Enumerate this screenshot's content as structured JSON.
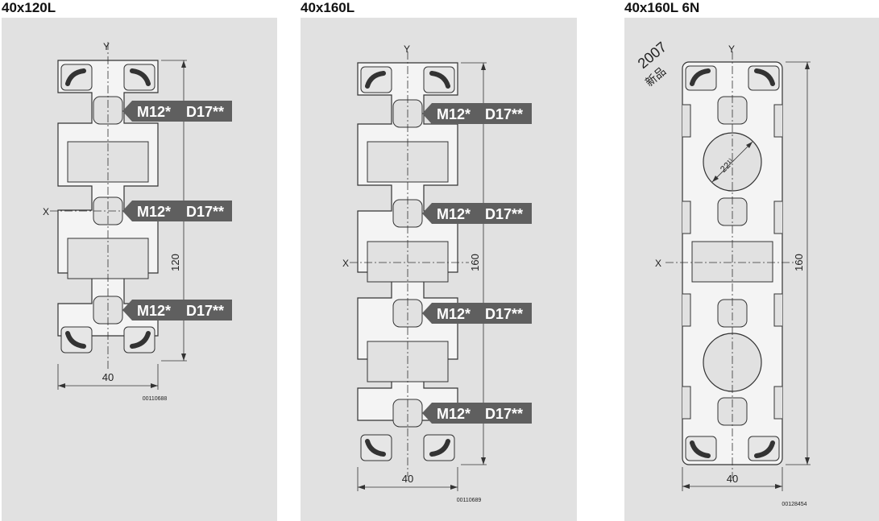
{
  "profiles": [
    {
      "title": "40x120L",
      "tags": [
        {
          "thread": "M12*",
          "bore": "D17**"
        },
        {
          "thread": "M12*",
          "bore": "D17**"
        },
        {
          "thread": "M12*",
          "bore": "D17**"
        }
      ],
      "axis_x": "X",
      "axis_y": "Y",
      "dim_height": "120",
      "dim_width": "40",
      "drawing_code": "00110688"
    },
    {
      "title": "40x160L",
      "tags": [
        {
          "thread": "M12*",
          "bore": "D17**"
        },
        {
          "thread": "M12*",
          "bore": "D17**"
        },
        {
          "thread": "M12*",
          "bore": "D17**"
        },
        {
          "thread": "M12*",
          "bore": "D17**"
        }
      ],
      "axis_x": "X",
      "axis_y": "Y",
      "dim_height": "160",
      "dim_width": "40",
      "drawing_code": "00110689"
    },
    {
      "title": "40x160L 6N",
      "badge_year": "2007",
      "badge_text": "新品",
      "bore_dim": "22¹⁾",
      "axis_x": "X",
      "axis_y": "Y",
      "dim_height": "160",
      "dim_width": "40",
      "drawing_code": "00128454"
    }
  ]
}
